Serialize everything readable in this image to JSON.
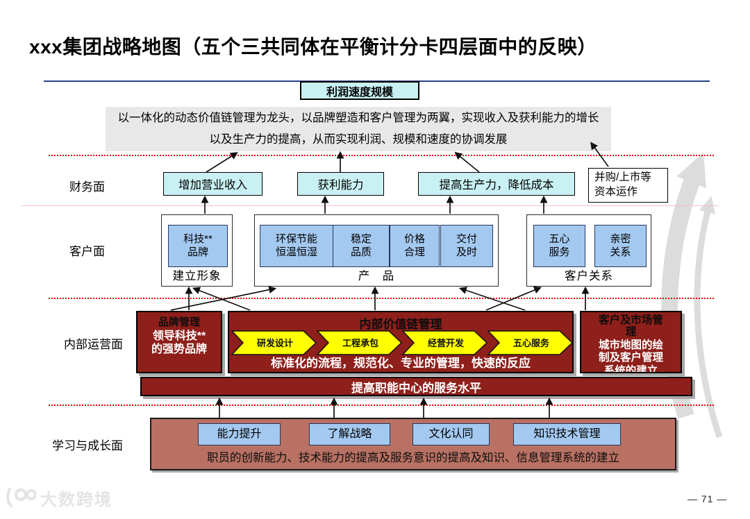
{
  "slide": {
    "title": "xxx集团战略地图（五个三共同体在平衡计分卡四层面中的反映）",
    "page_number": "— 71 —",
    "watermark": "大数跨境"
  },
  "vision": {
    "goal": "利润速度规模",
    "strategy": "以一体化的动态价值链管理为龙头，以品牌塑造和客户管理为两翼，实现收入及获利能力的增长以及生产力的提高，从而实现利润、规模和速度的协调发展"
  },
  "finance": {
    "label": "财务面",
    "boxes": [
      "增加营业收入",
      "获利能力",
      "提高生产力，降低成本"
    ],
    "capital_box": "并购/上市等\n资本运作"
  },
  "customer": {
    "label": "客户面",
    "groups": [
      {
        "name": "建立形象",
        "items": [
          "科技**\n品牌"
        ]
      },
      {
        "name": "产　品",
        "items": [
          "环保节能\n恒温恒湿",
          "稳定\n品质",
          "价格\n合理",
          "交付\n及时"
        ]
      },
      {
        "name": "客户关系",
        "items": [
          "五心\n服务",
          "亲密\n关系"
        ]
      }
    ]
  },
  "internal": {
    "label": "内部运营面",
    "brand": {
      "title": "品牌管理",
      "body": "领导科技**\n的强势品牌"
    },
    "value_chain": {
      "title": "内部价值链管理",
      "steps": [
        "研发设计",
        "工程承包",
        "经营开发",
        "五心服务"
      ],
      "body": "标准化的流程，规范化、专业的管理，快速的反应"
    },
    "market": {
      "title": "客户及市场管\n理",
      "body": "城市地图的绘\n制及客户管理\n系统的建立"
    },
    "support_bar": "提高职能中心的服务水平"
  },
  "learning": {
    "label": "学习与成长面",
    "boxes": [
      "能力提升",
      "了解战略",
      "文化认同",
      "知识技术管理"
    ],
    "body": "职员的创新能力、技术能力的提高及服务意识的提高及知识、信息管理系统的建立"
  },
  "colors": {
    "dark_red": "#8e1f1a",
    "cyan": "#c9f1f3",
    "light_blue": "#a4c9f0",
    "brick": "#b87163",
    "yellow": "#ffff00",
    "separator_red": "#e00000",
    "title_rule_blue": "#27408b",
    "swoosh_gray": "#dcdcdc"
  }
}
